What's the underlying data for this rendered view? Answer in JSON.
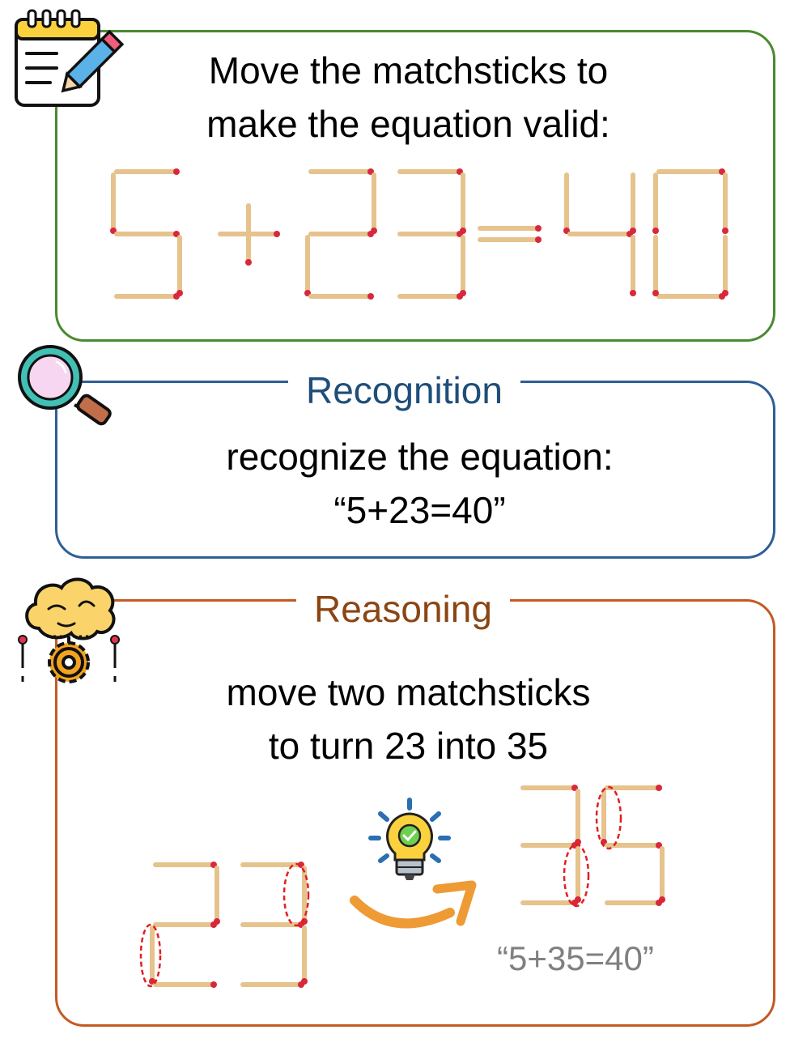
{
  "task": {
    "line1": "Move the matchsticks to",
    "line2": "make the equation valid:",
    "equation": "5+23=40"
  },
  "recognition": {
    "title": "Recognition",
    "line1": "recognize the equation:",
    "line2": "“5+23=40”"
  },
  "reasoning": {
    "title": "Reasoning",
    "line1": "move two matchsticks",
    "line2": "to turn 23 into 35",
    "before_number": "23",
    "after_number": "35",
    "result": "“5+35=40”"
  },
  "colors": {
    "task_border": "#4a8a2f",
    "recognition_border": "#2e5f96",
    "reasoning_border": "#c45a22",
    "matchstick_body": "#e6c28c",
    "matchstick_head": "#d8283c",
    "highlight_ellipse": "#e02020",
    "arrow": "#ee9a35"
  },
  "icons": {
    "task": "notepad-pencil-icon",
    "recognition": "magnifier-icon",
    "reasoning": "brain-gear-icon",
    "insight": "lightbulb-check-icon",
    "transition": "curved-arrow-icon"
  }
}
